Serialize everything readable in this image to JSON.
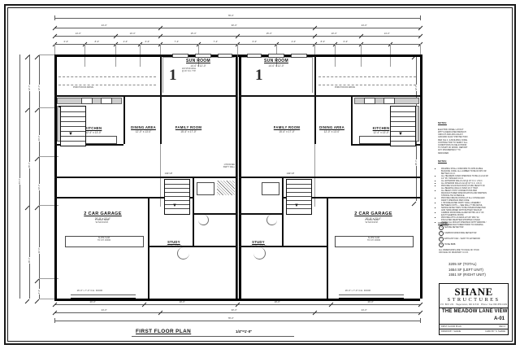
{
  "sheet": {
    "type": "architectural-floor-plan",
    "plan_title": "FIRST FLOOR PLAN",
    "plan_scale": "1/4\"=1'-0\"",
    "background_color": "#f2f1ee",
    "ink_color": "#1a1a1a"
  },
  "title_block": {
    "logo_line1": "SHANE",
    "logo_line2": "STRUCTURES",
    "logo_line3": "P.O. BOX 231 · Hagerstown, MD 21740 · Phone / Fax 800-555-0199",
    "project_name": "THE MEADOW LANE VIEW",
    "sheet_number": "A-01",
    "drawing_label": "FIRST FLOOR PLAN",
    "revision_label": "REV 0",
    "drawn_by_label": "DRAWN BY:",
    "drawn_by_value": "SHANE",
    "checked_by_label": "CHKD BY:",
    "checked_by_value": "S. SHANE",
    "date_label": "DATE:",
    "date_value": "08-14"
  },
  "areas": {
    "line1": "3205 SF (TOTAL)",
    "line2": "1654 SF (LEFT UNIT)",
    "line3": "1551 SF (RIGHT UNIT)"
  },
  "notes_general": {
    "heading": "NOTES:",
    "body": "ELECTRIC PANEL LAYOUT\nWITH A DEDICATED BRANCH\nCIRCUIT AND ARC-FAULT/\nGROUND FAULT PROTECTION\nPER N.E.C. & BUILDING CODE.\nCONTRACTOR TO VERIFY ALL\nCONDITIONS IN FIELD PRIOR\nTO START OF WORK. REPORT\nANY DISCREPANCY TO\nDESIGNER."
  },
  "notes_framing": {
    "heading": "NOTES:",
    "items": [
      "FRAMING SHALL CONFORM TO APPLICABLE BUILDING CODE. ALL LUMBER TO BE #2 SPF OR BETTER U.N.O.",
      "ALL HEADERS OVER OPENINGS TO BE (2) 2x10 W/ 1/2\" PLY SPACER U.N.O.",
      "ALL EXTERIOR WALLS 2x6 @ 16\" O.C. U.N.O.",
      "ALL INTERIOR WALLS 2x4 @ 16\" O.C. U.N.O.",
      "PROVIDE SOLID BLOCKING AT MID-HEIGHT OF ALL BEARING WALLS OVER 10'-0\" HIGH.",
      "ALL BEAM / POST CONNECTIONS PER MANUFACTURER SPECIFICATION AND SIMPSON STRONG-TIE SCHEDULE.",
      "PROVIDE FIRE BLOCKING AT ALL CONCEALED DRAFT OPENINGS PER CODE.",
      "1 HR FIRE-RATED PARTY WALL ASSEMBLY BETWEEN UNITS — SEE WALL TYPE DETAIL.",
      "SMOKE DETECTORS TO BE INTERCONNECTED AND HARD-WIRED WITH BATTERY BACKUP.",
      "CARBON MONOXIDE ALARM WITHIN 10'-0\" OF EACH SLEEPING ROOM.",
      "PROVIDE ATTIC ACCESS 22\"x30\" MIN. W/ INSULATED WEATHER-STRIPPED COVER.",
      "VERIFY ALL ROUGH OPENINGS WITH WINDOW / DOOR MANUFACTURER PRIOR TO FRAMING."
    ]
  },
  "legend": {
    "heading": "LEGEND:",
    "items": [
      {
        "symbol": "S",
        "label": "SMOKE DETECTOR"
      },
      {
        "symbol": "C",
        "label": "CARBON MONOXIDE DETECTOR"
      },
      {
        "symbol": "E",
        "label": "EXHAUST FAN - VENT TO EXTERIOR"
      },
      {
        "symbol": "H",
        "label": "HOSE BIBB"
      }
    ],
    "footer": "ALL DIMENSIONS ARE TO FACE OF STUD\nOR FACE OF MASONRY U.N.O."
  },
  "rooms_left": [
    {
      "name": "SUN ROOM",
      "size": "14'-0\" x 12'-0\""
    },
    {
      "name": "KITCHEN",
      "size": "12'-4\" x 13'-0\""
    },
    {
      "name": "DINING AREA",
      "size": "12'-0\" x 13'-0\""
    },
    {
      "name": "FAMILY ROOM",
      "size": "15'-4\" x 17'-0\""
    },
    {
      "name": "2 CAR GARAGE",
      "size": "20'-0\" x 22'-0\""
    },
    {
      "name": "STUDY",
      "size": "10'-0\" x 10'-8\""
    }
  ],
  "rooms_right": [
    {
      "name": "SUN ROOM",
      "size": "14'-0\" x 12'-0\""
    },
    {
      "name": "FAMILY ROOM",
      "size": "15'-4\" x 17'-0\""
    },
    {
      "name": "DINING AREA",
      "size": "12'-0\" x 13'-0\""
    },
    {
      "name": "KITCHEN",
      "size": "12'-4\" x 13'-0\""
    },
    {
      "name": "2 CAR GARAGE",
      "size": "20'-0\" x 22'-0\""
    },
    {
      "name": "STUDY",
      "size": "10'-0\" x 10'-8\""
    }
  ],
  "room_numbers": {
    "left_unit": "1",
    "right_unit": "1"
  },
  "dimensions_top": {
    "overall": "78'-0\"",
    "row2": [
      "24'-0\"",
      "30'-0\"",
      "24'-0\""
    ],
    "row3": [
      "14'-0\"",
      "10'-0\"",
      "15'-0\"",
      "15'-0\"",
      "10'-0\"",
      "14'-0\""
    ],
    "row4": [
      "6'-0\"",
      "8'-0\"",
      "4'-0\"",
      "6'-0\"",
      "7'-4\"",
      "7'-4\"",
      "6'-0\"",
      "4'-0\"",
      "8'-0\"",
      "6'-0\""
    ]
  },
  "dimensions_left": {
    "overall": "64'-0\"",
    "row2": [
      "12'-0\"",
      "26'-0\"",
      "26'-0\""
    ],
    "row3": [
      "12'-0\"",
      "13'-0\"",
      "13'-0\"",
      "22'-0\"",
      "4'-0\""
    ]
  },
  "dimensions_right": {
    "overall": "64'-0\"",
    "row2": [
      "12'-0\"",
      "26'-0\"",
      "26'-0\""
    ]
  },
  "dimensions_bottom": {
    "overall": "78'-0\"",
    "row2": [
      "24'-0\"",
      "30'-0\"",
      "24'-0\""
    ],
    "row3": [
      "20'-0\"",
      "19'-0\"",
      "19'-0\"",
      "20'-0\""
    ]
  },
  "callouts": [
    "2x6 STUD WALL\n@ 16\" O.C. TYP.",
    "1 HR RATED\nPARTY WALL",
    "4\" CONC. SLAB\nW/ 6x6 W.W.M.",
    "SLOPE SLAB\nTO O.H. DOOR",
    "16'-0\" x 7'-0\" O.H. DOOR",
    "42\" HIGH\nGUARDRAIL",
    "14 RISERS\nUP",
    "14 RISERS\nDN"
  ]
}
